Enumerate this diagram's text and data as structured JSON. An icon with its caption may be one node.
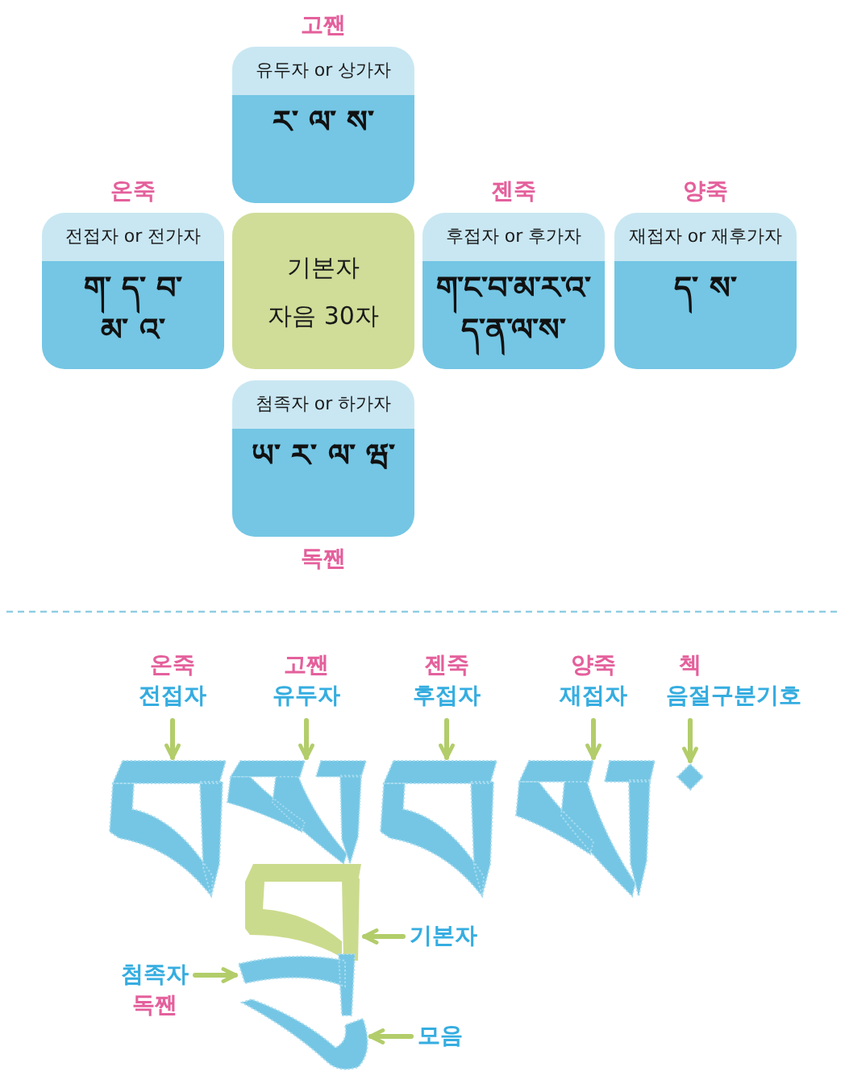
{
  "diagram": {
    "nodes": [
      {
        "text": [
          "고짼",
          "유두자 or 상가자",
          "ར་ ལ་ ས་"
        ]
      },
      {
        "text": [
          "온죽",
          "전접자 or 전가자",
          "ག་ ད་ བ་ མ་ འ་"
        ]
      },
      {
        "text": [
          "기본자",
          "자음 30자"
        ]
      },
      {
        "text": [
          "젠죽",
          "후접자 or 후가자",
          "ག་ང་བ་མ་ར་འ་ད་ན་ལ་ས་"
        ]
      },
      {
        "text": [
          "양죽",
          "재접자 or 재후가자",
          "ད་ ས་"
        ]
      },
      {
        "text": [
          "첨족자 or 하가자",
          "ཡ་ ར་ ལ་ ཝ་",
          "독짼"
        ]
      },
      {
        "text": [
          "온죽",
          "전접자"
        ]
      },
      {
        "text": [
          "고짼",
          "유두자"
        ]
      },
      {
        "text": [
          "젠죽",
          "후접자"
        ]
      },
      {
        "text": [
          "양죽",
          "재접자"
        ]
      },
      {
        "text": [
          "첵",
          "음절구분기호"
        ]
      },
      {
        "text": [],
        "shape": "picture"
      },
      {
        "text": [],
        "shape": "picture"
      },
      {
        "text": [],
        "shape": "picture"
      },
      {
        "text": [],
        "shape": "picture"
      },
      {
        "text": [],
        "shape": "diamond"
      },
      {
        "text": [],
        "shape": "picture"
      },
      {
        "text": [
          "기본자"
        ]
      },
      {
        "text": [
          "첨족자",
          "독짼"
        ]
      },
      {
        "text": [],
        "shape": "picture"
      },
      {
        "text": [],
        "shape": "picture"
      },
      {
        "text": [
          "모음"
        ]
      }
    ],
    "edges": [
      {
        "from": 6,
        "to": 11,
        "arrow": "to"
      },
      {
        "from": 7,
        "to": 12,
        "arrow": "to"
      },
      {
        "from": 8,
        "to": 13,
        "arrow": "to"
      },
      {
        "from": 9,
        "to": 14,
        "arrow": "to"
      },
      {
        "from": 10,
        "to": 15,
        "arrow": "to"
      },
      {
        "from": 17,
        "to": 16,
        "arrow": "to"
      },
      {
        "from": 18,
        "to": 19,
        "arrow": "to"
      },
      {
        "from": 21,
        "to": 20,
        "arrow": "to"
      }
    ]
  }
}
